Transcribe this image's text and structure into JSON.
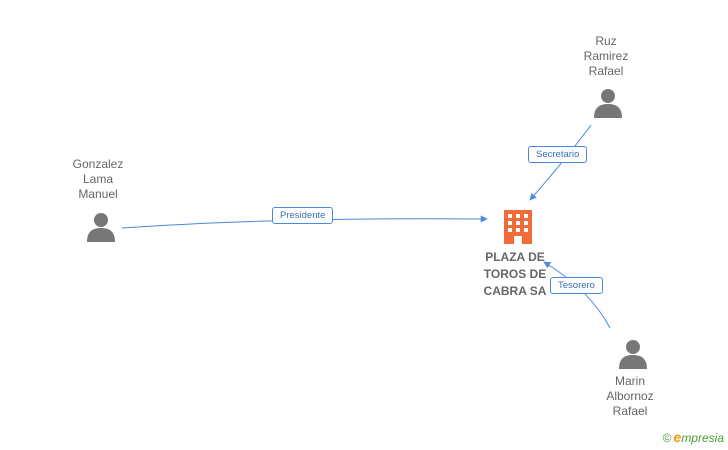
{
  "nodes": {
    "company": {
      "name_lines": [
        "PLAZA DE",
        "TOROS DE",
        "CABRA SA"
      ],
      "color": "#f26b3a"
    },
    "people": [
      {
        "id": "gonzalez",
        "name_lines": [
          "Gonzalez",
          "Lama",
          "Manuel"
        ]
      },
      {
        "id": "ruz",
        "name_lines": [
          "Ruz",
          "Ramirez",
          "Rafael"
        ]
      },
      {
        "id": "marin",
        "name_lines": [
          "Marin",
          "Albornoz",
          "Rafael"
        ]
      }
    ]
  },
  "edges": [
    {
      "from": "gonzalez",
      "label": "Presidente"
    },
    {
      "from": "ruz",
      "label": "Secretario"
    },
    {
      "from": "marin",
      "label": "Tesorero"
    }
  ],
  "colors": {
    "edge": "#4a89dc",
    "person": "#777777",
    "text": "#666666"
  },
  "brand": {
    "copyright_symbol": "©",
    "initial": "e",
    "rest": "mpresia"
  }
}
